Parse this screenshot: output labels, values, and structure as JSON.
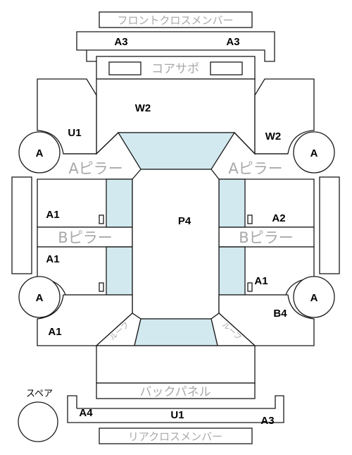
{
  "labels": {
    "front_cross_member": "フロントクロスメンバー",
    "core_support": "コアサポ",
    "a_pillar": "Aピラー",
    "b_pillar": "Bピラー",
    "back_panel": "バックパネル",
    "rear_cross_member": "リアクロスメンバー",
    "spare": "スペア",
    "roof": "ルーフ"
  },
  "codes": {
    "a3_left": "A3",
    "a3_right": "A3",
    "w2_hood": "W2",
    "u1_left_fender": "U1",
    "w2_right_fender": "W2",
    "wheel_fl": "A",
    "wheel_fr": "A",
    "wheel_rl": "A",
    "wheel_rr": "A",
    "front_door_left": "A1",
    "front_door_right": "A2",
    "rear_door_left": "A1",
    "rear_door_right": "A1",
    "roof": "P4",
    "rear_fender_left": "A1",
    "rear_fender_right": "B4",
    "a4_rear": "A4",
    "u1_rear": "U1",
    "a3_rear": "A3"
  }
}
